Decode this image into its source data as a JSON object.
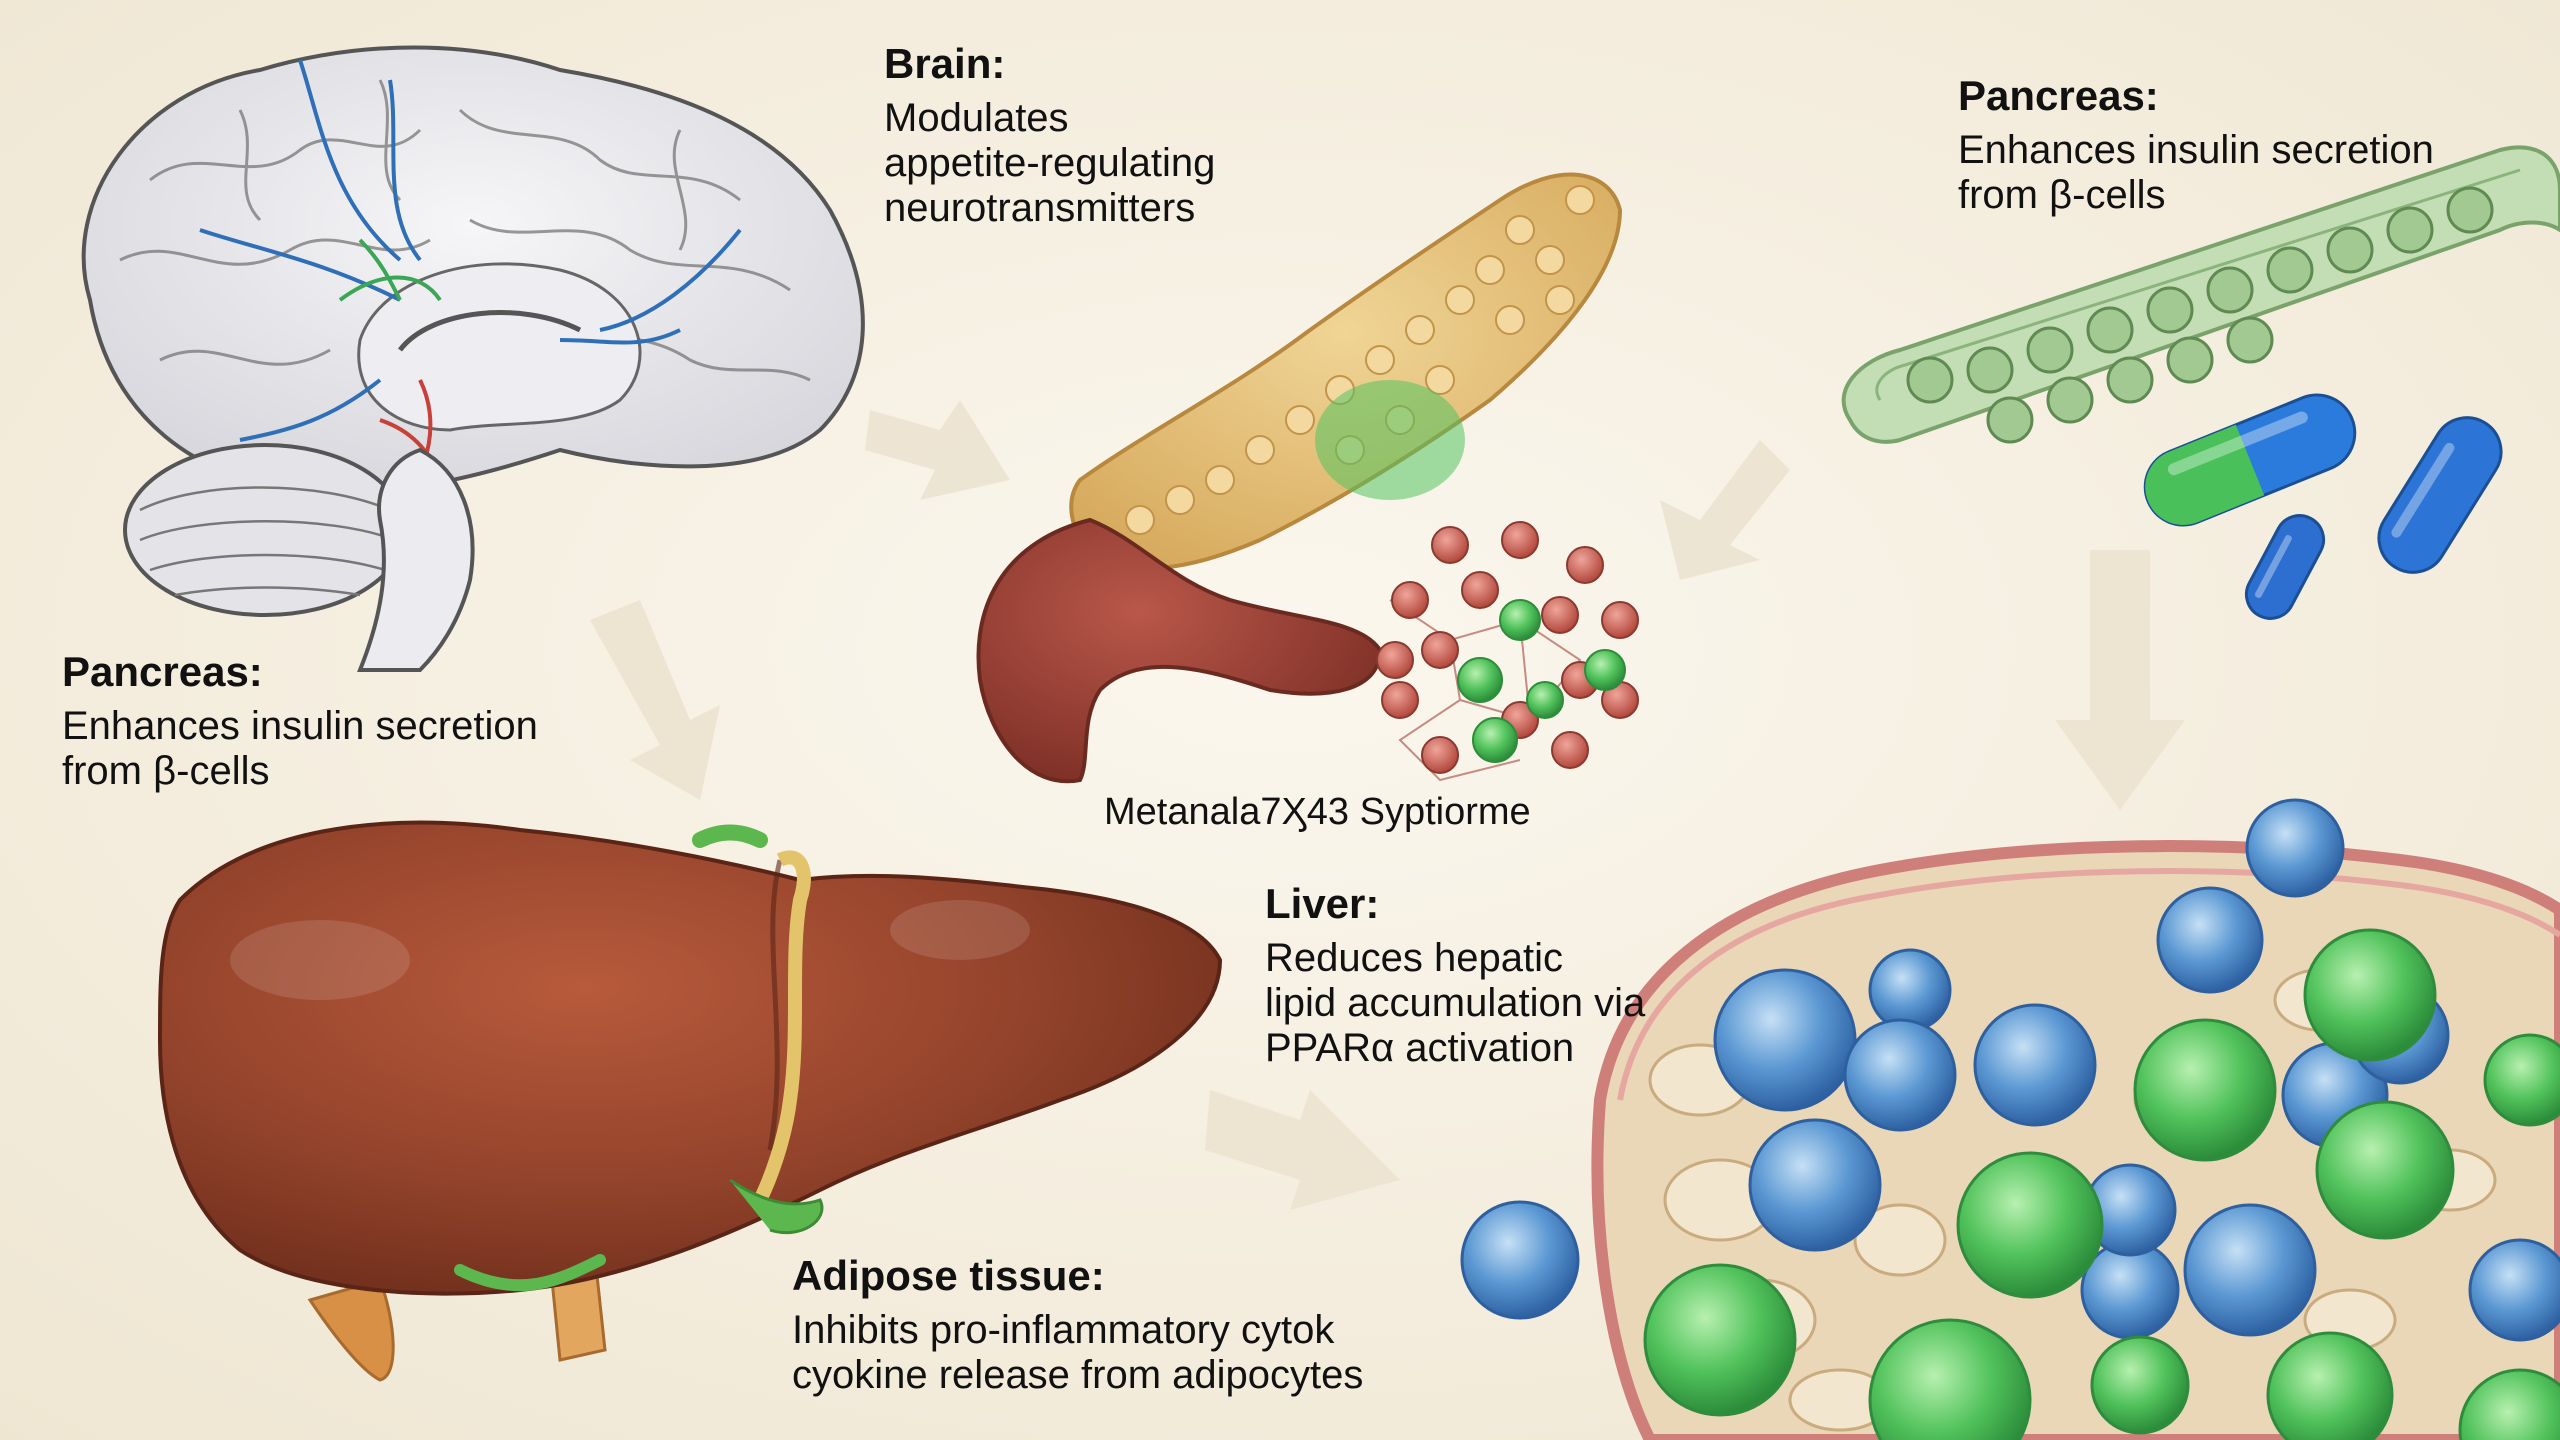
{
  "labels": {
    "brain": {
      "title": "Brain:",
      "lines": [
        "Modulates",
        "appetite-regulating",
        "neurotransmitters"
      ]
    },
    "pancreas_right": {
      "title": "Pancreas:",
      "lines": [
        "Enhances insulin secretion",
        "from β-cells"
      ]
    },
    "pancreas_left": {
      "title": "Pancreas:",
      "lines": [
        "Enhances insulin secretion",
        "from β-cells"
      ]
    },
    "liver": {
      "title": "Liver:",
      "lines": [
        "Reduces hepatic",
        "lipid accumulation via",
        "PPARα activation"
      ]
    },
    "adipose": {
      "title": "Adipose tissue:",
      "lines": [
        "Inhibits pro-inflammatory cytok",
        "cyokine release from adipocytes"
      ]
    }
  },
  "center_caption": "Metanala7Ӽ43 Syptiorme",
  "colors": {
    "background": "#f5efe1",
    "liver": "#9a4a30",
    "pancreas": "#e3c07a",
    "brain": "#e9e9ec",
    "vessel_blue": "#2f6fb8",
    "cell_green": "#48c15a",
    "cell_blue": "#4f8fd0",
    "tube_green": "#a8cc98",
    "arrow": "#ece4d2"
  },
  "icons": [
    "brain-icon",
    "pancreas-icon",
    "liver-icon",
    "intestine-icon",
    "capsule-icon",
    "adipose-tissue-icon",
    "flow-arrow-icon"
  ]
}
